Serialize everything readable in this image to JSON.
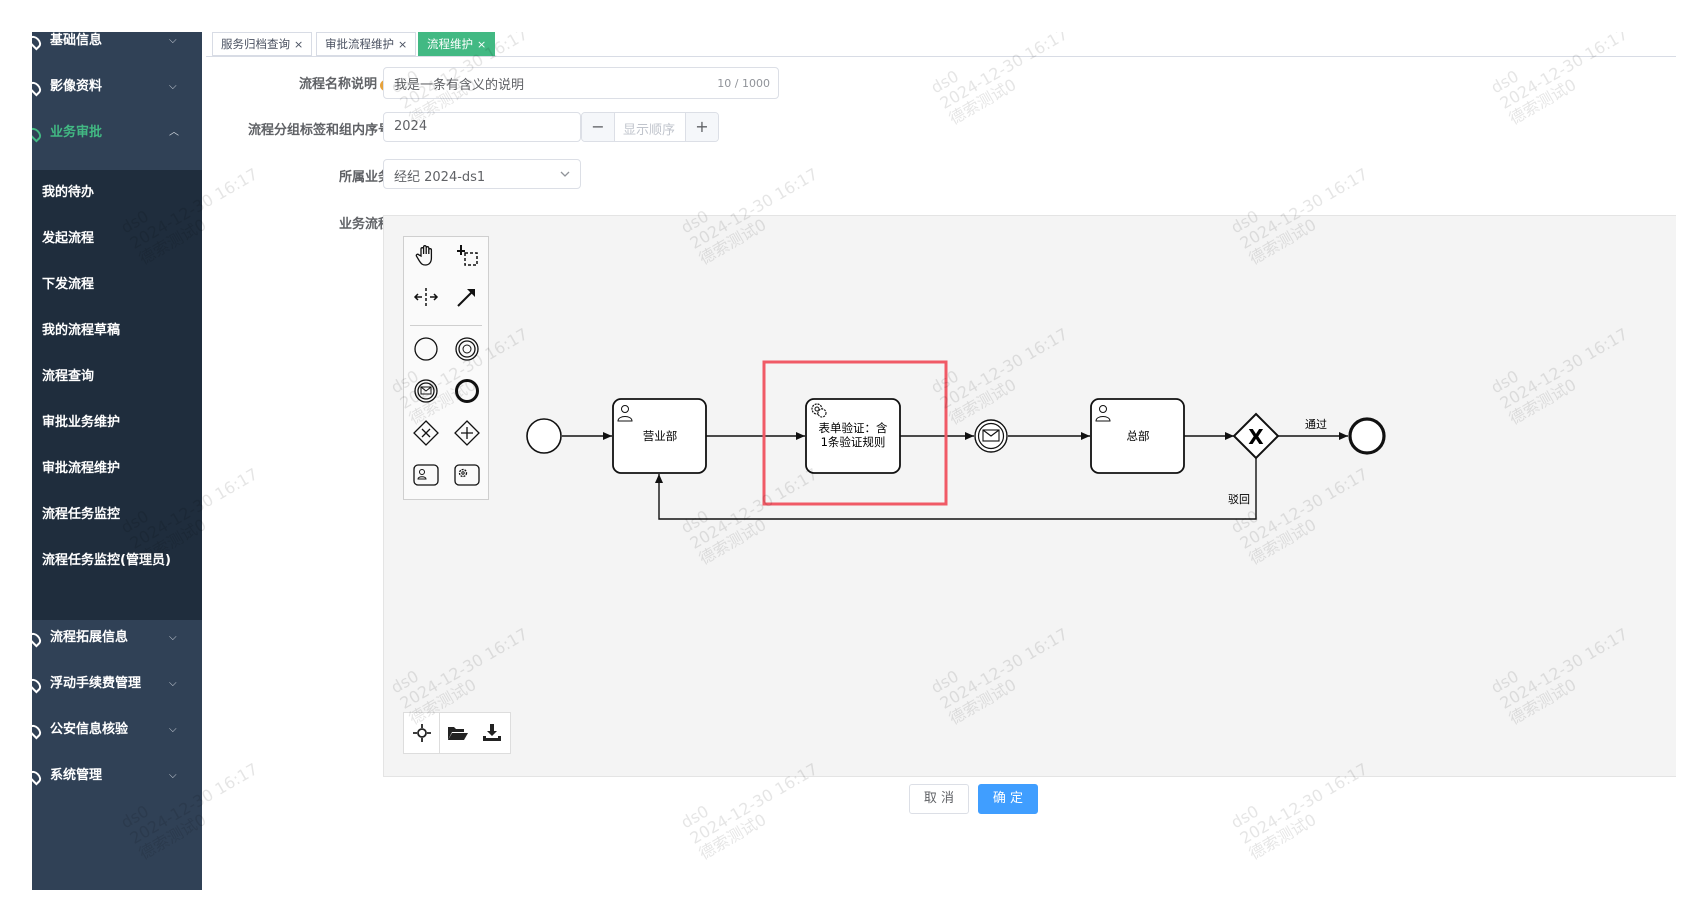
{
  "sidebar": {
    "menus_top": [
      {
        "label": "基础信息",
        "chev": "⌵"
      },
      {
        "label": "影像资料",
        "chev": "⌵"
      },
      {
        "label": "业务审批",
        "chev": "︿"
      }
    ],
    "sub_items": [
      "我的待办",
      "发起流程",
      "下发流程",
      "我的流程草稿",
      "流程查询",
      "审批业务维护",
      "审批流程维护",
      "流程任务监控",
      "流程任务监控(管理员)"
    ],
    "menus_bottom": [
      {
        "label": "流程拓展信息",
        "chev": "⌵"
      },
      {
        "label": "浮动手续费管理",
        "chev": "⌵"
      },
      {
        "label": "公安信息核验",
        "chev": "⌵"
      },
      {
        "label": "系统管理",
        "chev": "⌵"
      }
    ]
  },
  "tabs": [
    {
      "label": "服务归档查询",
      "close": "×"
    },
    {
      "label": "审批流程维护",
      "close": "×"
    },
    {
      "label": "流程维护",
      "close": "×"
    }
  ],
  "form": {
    "name_label": "流程名称说明",
    "name_value": "我是一条有含义的说明",
    "name_count": "10 / 1000",
    "group_label": "流程分组标签和组内序号",
    "group_value": "2024",
    "order_placeholder": "显示顺序",
    "minus": "−",
    "plus": "+",
    "business_label": "所属业务",
    "business_value": "经纪 2024-ds1",
    "flow_label": "业务流程"
  },
  "diagram": {
    "task1": "营业部",
    "task2_line1": "表单验证：含",
    "task2_line2": "1条验证规则",
    "task3": "总部",
    "gateway_mark": "X",
    "pass_label": "通过",
    "reject_label": "驳回"
  },
  "palette_icons": [
    "hand-tool-icon",
    "lasso-tool-icon",
    "space-tool-icon",
    "connect-tool-icon",
    "start-event-icon",
    "intermediate-event-icon",
    "message-event-icon",
    "end-event-icon",
    "exclusive-gateway-icon",
    "parallel-gateway-icon",
    "user-task-icon",
    "service-task-icon"
  ],
  "buttons": {
    "cancel": "取 消",
    "confirm": "确 定"
  },
  "watermark": {
    "line1": "ds0",
    "line2": "2024-12-30 16:17",
    "line3": "德索测试0"
  },
  "colors": {
    "sidebar": "#304156",
    "submenu": "#1f2d3d",
    "active_tab": "#42b983",
    "primary": "#409eff",
    "highlight": "#f05a66"
  }
}
